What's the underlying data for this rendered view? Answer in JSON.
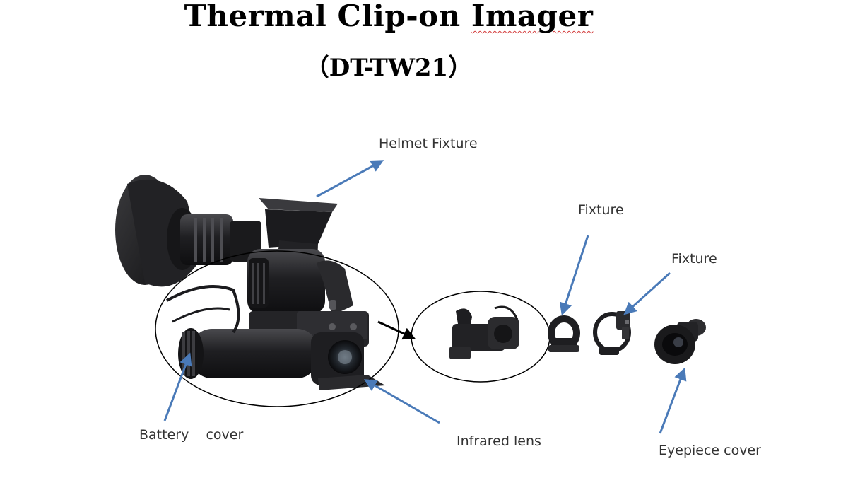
{
  "title": {
    "main": "Thermal Clip-on ",
    "main_underlined": "Imager",
    "model": "（DT-TW21）"
  },
  "labels": {
    "helmet_fixture": "Helmet Fixture",
    "fixture_1": "Fixture",
    "fixture_2": "Fixture",
    "battery_cover": "Battery    cover",
    "infrared_lens": "Infrared lens",
    "eyepiece_cover": "Eyepiece cover"
  },
  "colors": {
    "arrow_blue": "#4a7ab8",
    "device_dark": "#1c1c1e",
    "device_mid": "#333336",
    "label_text": "#333333",
    "spellcheck_underline": "#d23a3a"
  },
  "icons": [
    "blue-arrow",
    "black-arrow"
  ]
}
